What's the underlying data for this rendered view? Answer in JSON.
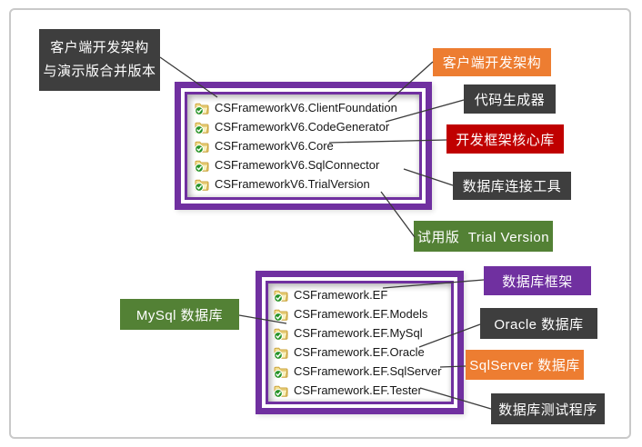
{
  "colors": {
    "dark_label": "#3E3E3E",
    "orange_label": "#ED7D31",
    "red_label": "#C00000",
    "green_label": "#538135",
    "purple_label": "#7030A0",
    "frame_border": "#7030A0",
    "connector_line": "#3B3B3B",
    "page_frame": "#C9C9C9"
  },
  "icons": {
    "project": "folder-with-green-check-icon"
  },
  "top_group": {
    "merged_note": {
      "line1": "客户端开发架构",
      "line2": "与演示版合并版本"
    },
    "projects": [
      "CSFrameworkV6.ClientFoundation",
      "CSFrameworkV6.CodeGenerator",
      "CSFrameworkV6.Core",
      "CSFrameworkV6.SqlConnector",
      "CSFrameworkV6.TrialVersion"
    ],
    "callouts": [
      {
        "text": "客户端开发架构",
        "color": "#ED7D31"
      },
      {
        "text": "代码生成器",
        "color": "#3E3E3E"
      },
      {
        "text": "开发框架核心库",
        "color": "#C00000"
      },
      {
        "text": "数据库连接工具",
        "color": "#3E3E3E"
      },
      {
        "text": "试用版  Trial Version",
        "color": "#538135"
      }
    ]
  },
  "bottom_group": {
    "projects": [
      "CSFramework.EF",
      "CSFramework.EF.Models",
      "CSFramework.EF.MySql",
      "CSFramework.EF.Oracle",
      "CSFramework.EF.SqlServer",
      "CSFramework.EF.Tester"
    ],
    "callouts": [
      {
        "text": "MySql 数据库",
        "color": "#538135"
      },
      {
        "text": "数据库框架",
        "color": "#7030A0"
      },
      {
        "text": "Oracle 数据库",
        "color": "#3E3E3E"
      },
      {
        "text": "SqlServer 数据库",
        "color": "#ED7D31"
      },
      {
        "text": "数据库测试程序",
        "color": "#3E3E3E"
      }
    ]
  }
}
